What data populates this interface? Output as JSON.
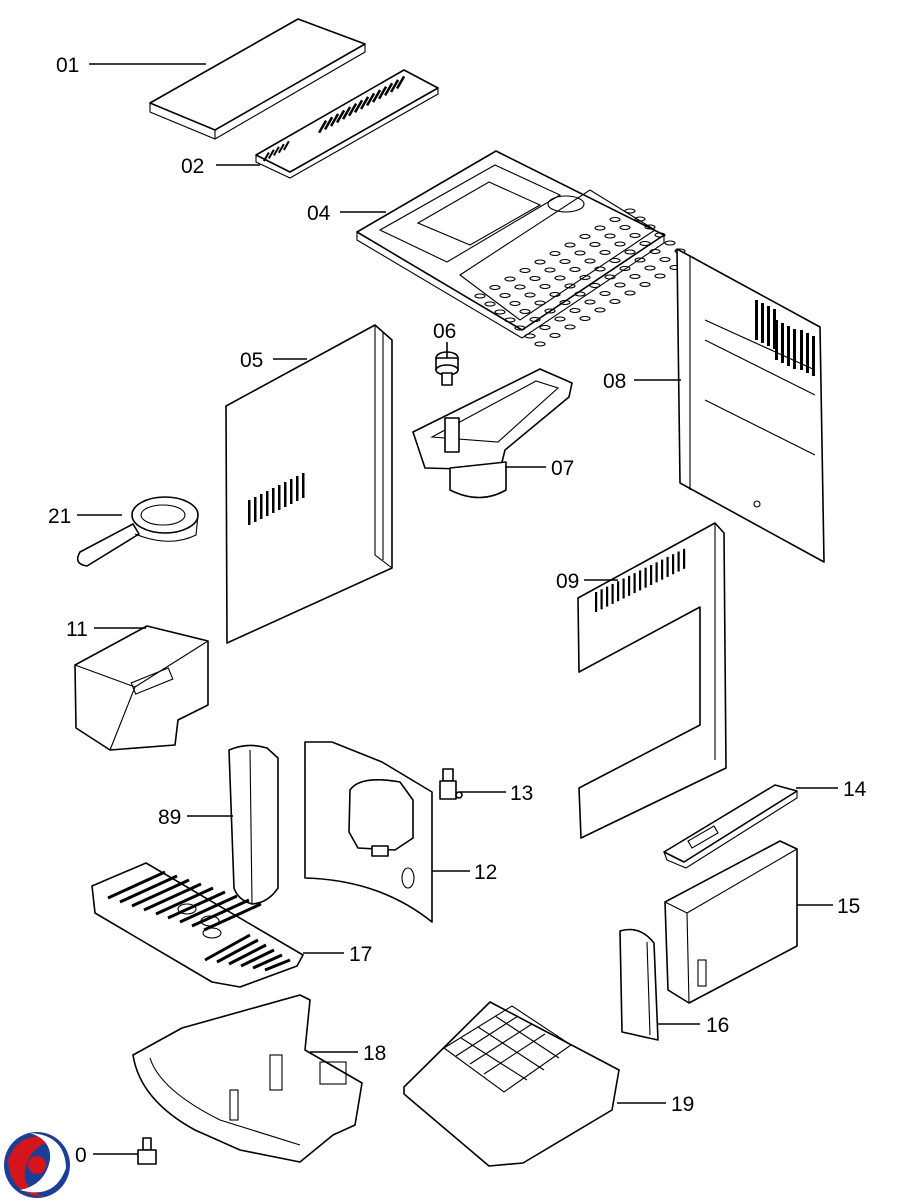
{
  "labels": {
    "p01": "01",
    "p02": "02",
    "p04": "04",
    "p05": "05",
    "p06": "06",
    "p07": "07",
    "p08": "08",
    "p09": "09",
    "p11": "11",
    "p12": "12",
    "p13": "13",
    "p14": "14",
    "p15": "15",
    "p16": "16",
    "p17": "17",
    "p18": "18",
    "p19": "19",
    "p20": "0",
    "p21": "21",
    "p89": "89"
  },
  "colors": {
    "line": "#000000",
    "background": "#ffffff",
    "logo_red": "#d4161c",
    "logo_blue": "#1b3f95"
  },
  "icons": {
    "logo": "brand-swirl-logo"
  }
}
